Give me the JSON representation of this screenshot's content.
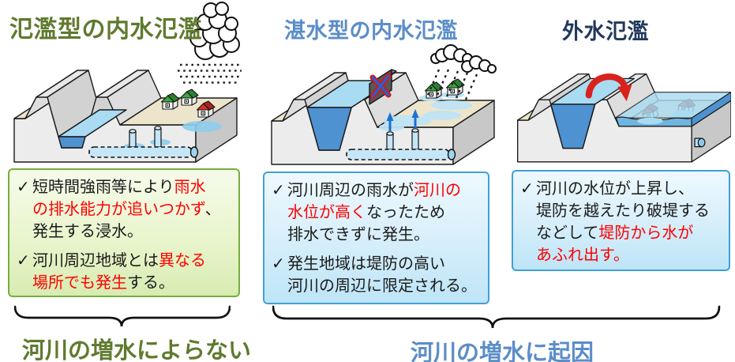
{
  "check": "✓",
  "colors": {
    "title_green": "#5f7a2e",
    "title_blue": "#5b8dc8",
    "title_navy": "#21395c",
    "emphasis_red": "#ff0000",
    "green_box_border": "#77ad3c",
    "blue_box_border": "#3fa0da",
    "water_light": "#a9dbf2",
    "water_dark": "#4f92d1",
    "land_beige": "#ece5cb",
    "concrete_gray": "#ececec"
  },
  "panels": [
    {
      "title": "氾濫型の内水氾濫",
      "box": {
        "items": [
          {
            "lines": [
              [
                {
                  "t": "短時間強雨等により",
                  "c": "k"
                },
                {
                  "t": "雨水",
                  "c": "r"
                }
              ],
              [
                {
                  "t": "の排水能力が追いつかず",
                  "c": "r"
                },
                {
                  "t": "、",
                  "c": "k"
                }
              ],
              [
                {
                  "t": "発生する浸水。",
                  "c": "k"
                }
              ]
            ]
          },
          {
            "lines": [
              [
                {
                  "t": "河川周辺地域とは",
                  "c": "k"
                },
                {
                  "t": "異なる",
                  "c": "r"
                }
              ],
              [
                {
                  "t": "場所でも発生",
                  "c": "r"
                },
                {
                  "t": "する。",
                  "c": "k"
                }
              ]
            ]
          }
        ]
      },
      "icons": [
        "rain-cloud",
        "rain-dots",
        "houses",
        "local-flood-puddle",
        "drain-pipe",
        "riser-pipes"
      ]
    },
    {
      "title": "湛水型の内水氾濫",
      "box": {
        "items": [
          {
            "lines": [
              [
                {
                  "t": "河川周辺の雨水が",
                  "c": "k"
                },
                {
                  "t": "河川の",
                  "c": "r"
                }
              ],
              [
                {
                  "t": "水位が高く",
                  "c": "r"
                },
                {
                  "t": "なったため",
                  "c": "k"
                }
              ],
              [
                {
                  "t": "排水できずに発生。",
                  "c": "k"
                }
              ]
            ]
          },
          {
            "lines": [
              [
                {
                  "t": "発生地域は堤防の高い",
                  "c": "k"
                }
              ],
              [
                {
                  "t": "河川の周辺に限定される。",
                  "c": "k"
                }
              ]
            ]
          }
        ]
      },
      "icons": [
        "rain-clouds",
        "rain-lines",
        "houses",
        "flooded-land",
        "closed-gate-x",
        "backflow-arrows",
        "drain-pipe"
      ]
    },
    {
      "title": "外水氾濫",
      "box": {
        "items": [
          {
            "lines": [
              [
                {
                  "t": "河川の水位が上昇し、",
                  "c": "k"
                }
              ],
              [
                {
                  "t": "堤防を越えたり破堤する",
                  "c": "k"
                }
              ],
              [
                {
                  "t": "などして",
                  "c": "k"
                },
                {
                  "t": "堤防から水が",
                  "c": "r"
                }
              ],
              [
                {
                  "t": "あふれ出す。",
                  "c": "r"
                }
              ]
            ]
          }
        ]
      },
      "icons": [
        "overflow-arrow",
        "submerged-houses",
        "flood-water",
        "pipe-outlet"
      ]
    }
  ],
  "footer": {
    "left_label": "河川の増水によらない",
    "right_label": "河川の増水に起因"
  }
}
